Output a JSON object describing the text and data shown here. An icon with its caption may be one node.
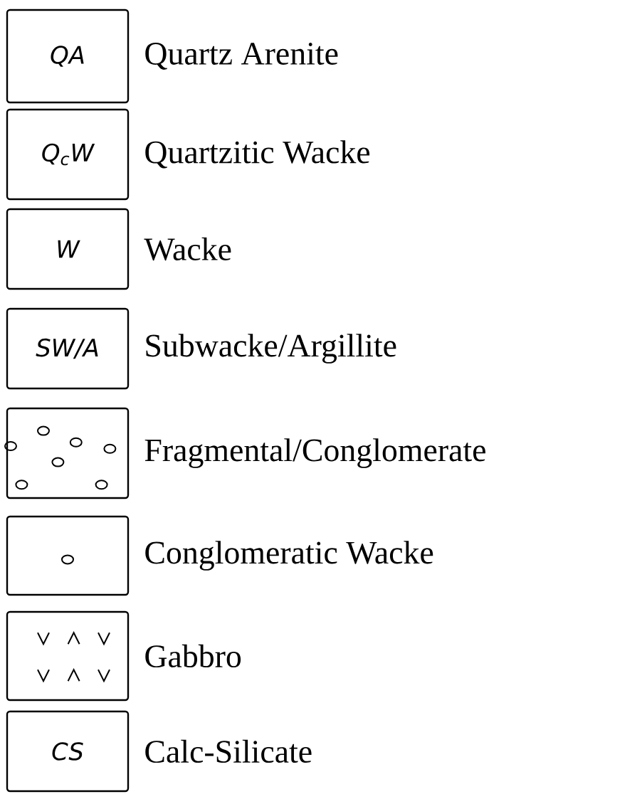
{
  "diagram": {
    "nodes": [
      {
        "text": [
          "QA"
        ],
        "beside": [
          "Quartz Arenite"
        ]
      },
      {
        "text": [
          "Q$_{c}$W"
        ],
        "beside": [
          "Quartzitic Wacke"
        ]
      },
      {
        "text": [
          "W"
        ],
        "beside": [
          "Wacke"
        ]
      },
      {
        "text": [
          "SW/A"
        ],
        "beside": [
          "Subwacke/Argillite"
        ]
      },
      {
        "text": [],
        "shape": "box",
        "beside": [
          "Fragmental/Conglomerate"
        ]
      },
      {
        "text": [],
        "shape": "box",
        "beside": [
          "Conglomeratic Wacke"
        ]
      },
      {
        "text": [],
        "shape": "box",
        "beside": [
          "Gabbro"
        ]
      },
      {
        "text": [
          "CS"
        ],
        "beside": [
          "Calc-Silicate"
        ]
      }
    ]
  }
}
